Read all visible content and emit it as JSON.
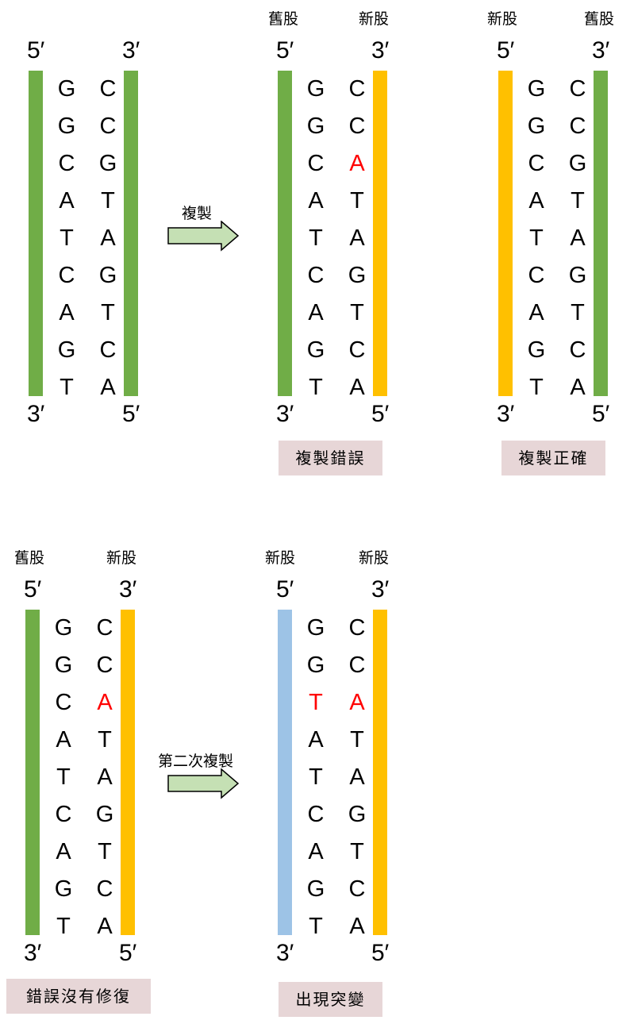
{
  "colors": {
    "old_strand": "#70ad47",
    "new_strand": "#ffc000",
    "second_new_strand": "#9dc3e6",
    "mutation_text": "#ff0000",
    "tag_background": "#e7d6d7",
    "arrow_fill": "#c5e0b4"
  },
  "panels": [
    {
      "id": "original",
      "labels": {
        "left": "",
        "right": ""
      },
      "ends": {
        "top_left": "5′",
        "top_right": "3′",
        "bottom_left": "3′",
        "bottom_right": "5′"
      },
      "left_bases": [
        "G",
        "G",
        "C",
        "A",
        "T",
        "C",
        "A",
        "G",
        "T"
      ],
      "right_bases": [
        "C",
        "C",
        "G",
        "T",
        "A",
        "G",
        "T",
        "C",
        "A"
      ],
      "tag": ""
    },
    {
      "id": "replication-error",
      "labels": {
        "left": "舊股",
        "right": "新股"
      },
      "ends": {
        "top_left": "5′",
        "top_right": "3′",
        "bottom_left": "3′",
        "bottom_right": "5′"
      },
      "left_bases": [
        "G",
        "G",
        "C",
        "A",
        "T",
        "C",
        "A",
        "G",
        "T"
      ],
      "right_bases": [
        "C",
        "C",
        "A",
        "T",
        "A",
        "G",
        "T",
        "C",
        "A"
      ],
      "mutated_right_index": 2,
      "tag": "複製錯誤"
    },
    {
      "id": "replication-correct",
      "labels": {
        "left": "新股",
        "right": "舊股"
      },
      "ends": {
        "top_left": "5′",
        "top_right": "3′",
        "bottom_left": "3′",
        "bottom_right": "5′"
      },
      "left_bases": [
        "G",
        "G",
        "C",
        "A",
        "T",
        "C",
        "A",
        "G",
        "T"
      ],
      "right_bases": [
        "C",
        "C",
        "G",
        "T",
        "A",
        "G",
        "T",
        "C",
        "A"
      ],
      "tag": "複製正確"
    },
    {
      "id": "error-not-repaired",
      "labels": {
        "left": "舊股",
        "right": "新股"
      },
      "ends": {
        "top_left": "5′",
        "top_right": "3′",
        "bottom_left": "3′",
        "bottom_right": "5′"
      },
      "left_bases": [
        "G",
        "G",
        "C",
        "A",
        "T",
        "C",
        "A",
        "G",
        "T"
      ],
      "right_bases": [
        "C",
        "C",
        "A",
        "T",
        "A",
        "G",
        "T",
        "C",
        "A"
      ],
      "mutated_right_index": 2,
      "tag": "錯誤沒有修復"
    },
    {
      "id": "mutation",
      "labels": {
        "left": "新股",
        "right": "新股"
      },
      "ends": {
        "top_left": "5′",
        "top_right": "3′",
        "bottom_left": "3′",
        "bottom_right": "5′"
      },
      "left_bases": [
        "G",
        "G",
        "T",
        "A",
        "T",
        "C",
        "A",
        "G",
        "T"
      ],
      "right_bases": [
        "C",
        "C",
        "A",
        "T",
        "A",
        "G",
        "T",
        "C",
        "A"
      ],
      "mutated_left_index": 2,
      "mutated_right_index": 2,
      "tag": "出現突變"
    }
  ],
  "arrows": [
    {
      "label": "複製"
    },
    {
      "label": "第二次複製"
    }
  ]
}
